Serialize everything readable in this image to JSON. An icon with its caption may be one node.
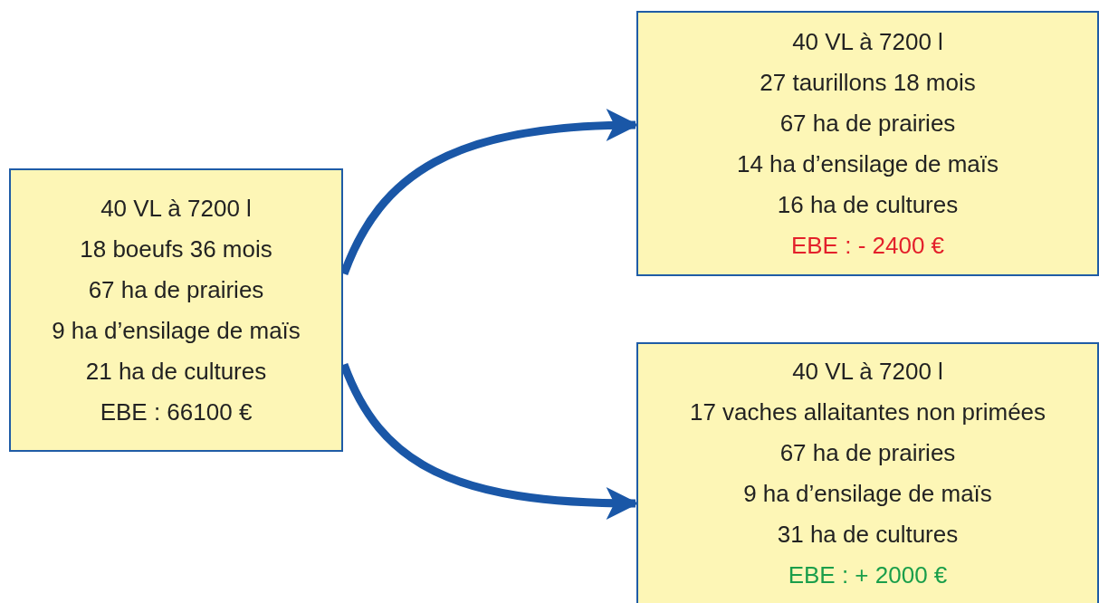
{
  "diagram": {
    "nodes": [
      {
        "text": [
          "40 VL à 7200 l",
          "18 boeufs 36 mois",
          "67 ha de prairies",
          "9 ha d’ensilage de maïs",
          "21 ha de cultures",
          "EBE : 66100 €"
        ]
      },
      {
        "text": [
          "40 VL à 7200 l",
          "27 taurillons 18 mois",
          "67 ha de prairies",
          "14 ha d’ensilage de maïs",
          "16 ha de cultures",
          "EBE : - 2400 €"
        ]
      },
      {
        "text": [
          "40 VL à 7200 l",
          "17 vaches allaitantes non primées",
          "67 ha de prairies",
          "9 ha d’ensilage de maïs",
          "31 ha de cultures",
          "EBE : + 2000 €"
        ]
      }
    ],
    "edges": [
      {
        "from": 0,
        "to": 1,
        "arrow": "to"
      },
      {
        "from": 0,
        "to": 2,
        "arrow": "to"
      }
    ]
  }
}
